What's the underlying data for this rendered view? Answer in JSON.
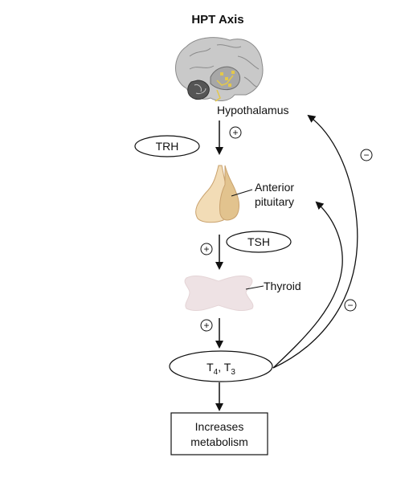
{
  "diagram": {
    "title": "HPT Axis",
    "nodes": {
      "hypothalamus": "Hypothalamus",
      "trh": "TRH",
      "anterior_pituitary_line1": "Anterior",
      "anterior_pituitary_line2": "pituitary",
      "tsh": "TSH",
      "thyroid": "Thyroid",
      "hormones": {
        "t": "T",
        "sub1": "4",
        "sep": ", T",
        "sub2": "3"
      },
      "outcome_line1": "Increases",
      "outcome_line2": "metabolism"
    },
    "signs": {
      "stimulate": "+",
      "inhibit": "−"
    }
  }
}
